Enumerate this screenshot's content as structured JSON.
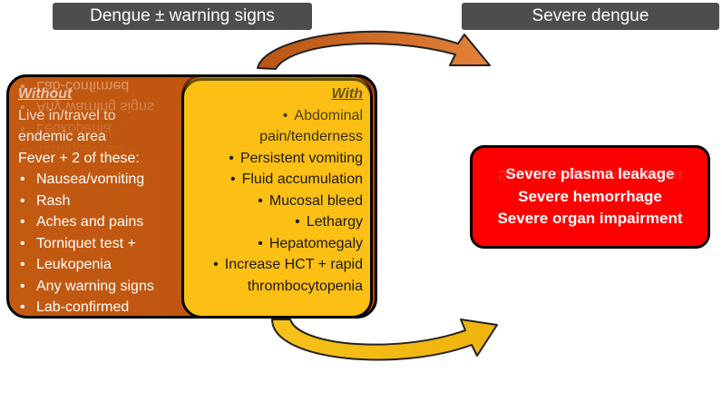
{
  "headers": {
    "left": "Dengue ± warning signs",
    "right": "Severe dengue"
  },
  "without": {
    "title": "Without",
    "intro": [
      "Live in/travel to",
      "endemic area",
      "Fever + 2 of these:"
    ],
    "items": [
      "Nausea/vomiting",
      "Rash",
      "Aches and pains",
      "Torniquet test +",
      "Leukopenia",
      "Any warning signs",
      "Lab-confirmed"
    ]
  },
  "with": {
    "title": "With",
    "items": [
      {
        "bullet": "•",
        "line": "Abdominal"
      },
      {
        "bullet": "",
        "line": "pain/tenderness"
      },
      {
        "bullet": "•",
        "line": "Persistent vomiting"
      },
      {
        "bullet": "•",
        "line": "Fluid accumulation"
      },
      {
        "bullet": "•",
        "line": "Mucosal bleed"
      },
      {
        "bullet": "•",
        "line": "Lethargy"
      },
      {
        "bullet": "•",
        "line": "Hepatomegaly"
      },
      {
        "bullet": "•",
        "line": "Increase HCT + rapid"
      },
      {
        "bullet": "",
        "line": "thrombocytopenia"
      }
    ]
  },
  "severe": {
    "items": [
      "Severe plasma leakage",
      "Severe hemorrhage",
      "Severe organ impairment"
    ]
  },
  "colors": {
    "header_bg": "#4d4d4d",
    "without_bg": "#c0550f",
    "with_bg": "#fcbf14",
    "severe_bg": "#ff0000",
    "arrow_upper": "#c96a1c",
    "arrow_lower": "#f2b90f"
  }
}
